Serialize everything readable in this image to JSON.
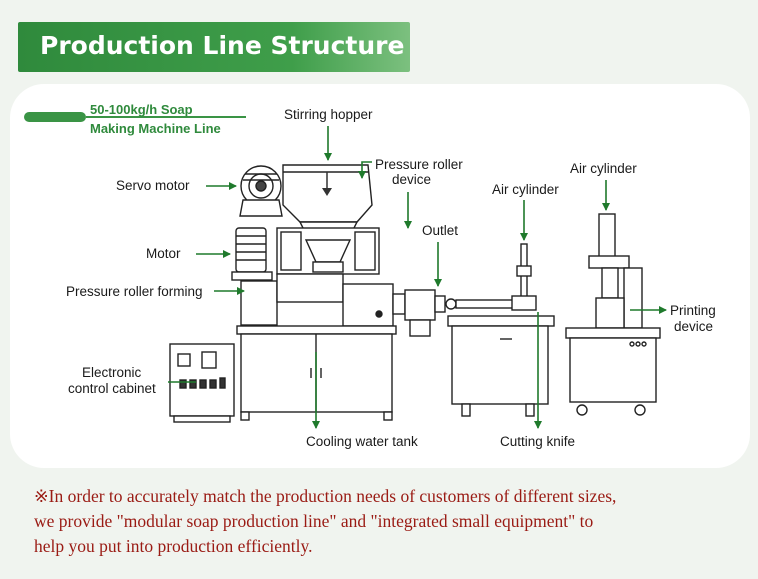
{
  "header": {
    "title": "Production Line Structure"
  },
  "subtitle": {
    "line1": "50-100kg/h Soap",
    "line2": "Making Machine Line"
  },
  "labels": {
    "stirring_hopper": "Stirring hopper",
    "servo_motor": "Servo motor",
    "pressure_roller_device_1": "Pressure roller",
    "pressure_roller_device_2": "device",
    "outlet": "Outlet",
    "air_cylinder_1": "Air cylinder",
    "air_cylinder_2": "Air cylinder",
    "motor": "Motor",
    "pressure_roller_forming": "Pressure roller forming",
    "printing_device_1": "Printing",
    "printing_device_2": "device",
    "electronic_cabinet_1": "Electronic",
    "electronic_cabinet_2": "control cabinet",
    "cooling_water_tank": "Cooling water tank",
    "cutting_knife": "Cutting knife"
  },
  "note": {
    "line1": "※In order to accurately match the production needs of customers of different sizes,",
    "line2": "we provide \"modular soap production line\" and \"integrated small equipment\" to",
    "line3": "help you put into production efficiently."
  },
  "colors": {
    "accent": "#2f8a3c",
    "arrow": "#1f7a2c",
    "note": "#9a1b14"
  }
}
